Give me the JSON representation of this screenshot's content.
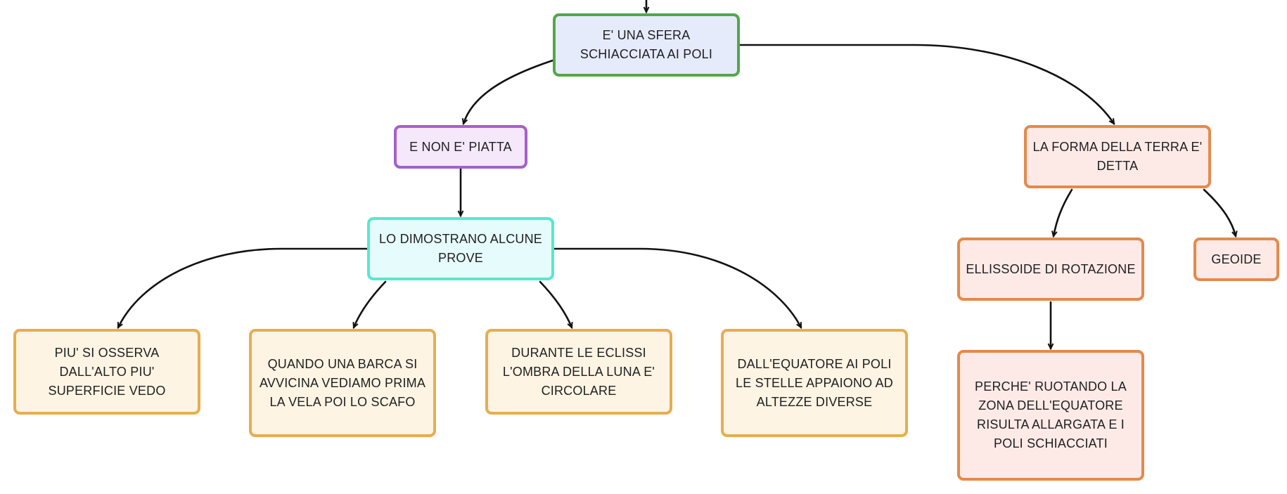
{
  "nodes": {
    "root": "E' UNA SFERA SCHIACCIATA AI POLI",
    "non_piatta": "E NON E' PIATTA",
    "prove": "LO DIMOSTRANO ALCUNE PROVE",
    "alto": "PIU' SI OSSERVA DALL'ALTO PIU' SUPERFICIE VEDO",
    "barca": "QUANDO UNA BARCA SI AVVICINA VEDIAMO PRIMA LA VELA POI LO SCAFO",
    "eclissi": "DURANTE LE ECLISSI L'OMBRA DELLA LUNA E' CIRCOLARE",
    "stelle": "DALL'EQUATORE AI POLI LE STELLE APPAIONO AD ALTEZZE DIVERSE",
    "forma": "LA FORMA DELLA TERRA E' DETTA",
    "ellissoide": "ELLISSOIDE DI ROTAZIONE",
    "geoide": "GEOIDE",
    "perche": "PERCHE' RUOTANDO LA ZONA DELL'EQUATORE RISULTA ALLARGATA E I POLI SCHIACCIATI"
  },
  "colors": {
    "green_border": "#53a74a",
    "purple_border": "#a660c9",
    "cyan_border": "#57e8cf",
    "yellow_border": "#e7ad50",
    "orange_border": "#e38a4c",
    "edge": "#111111"
  }
}
